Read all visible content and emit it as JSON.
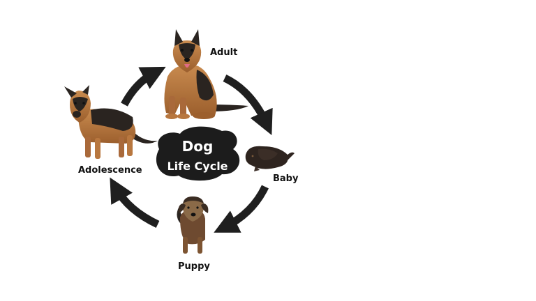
{
  "diagram": {
    "center": {
      "line1": "Dog",
      "line2": "Life Cycle"
    },
    "stages": {
      "adult": "Adult",
      "baby": "Baby",
      "puppy": "Puppy",
      "adolescence": "Adolescence"
    },
    "colors": {
      "arrow": "#1f1f1f",
      "blob": "#1c1c1c",
      "coat_tan": "#b8773f",
      "coat_dark": "#2a2420",
      "label": "#111111"
    },
    "icons": {
      "adult": "adult-dog-icon",
      "baby": "newborn-puppy-icon",
      "puppy": "puppy-icon",
      "adolescence": "adolescent-dog-icon"
    }
  }
}
